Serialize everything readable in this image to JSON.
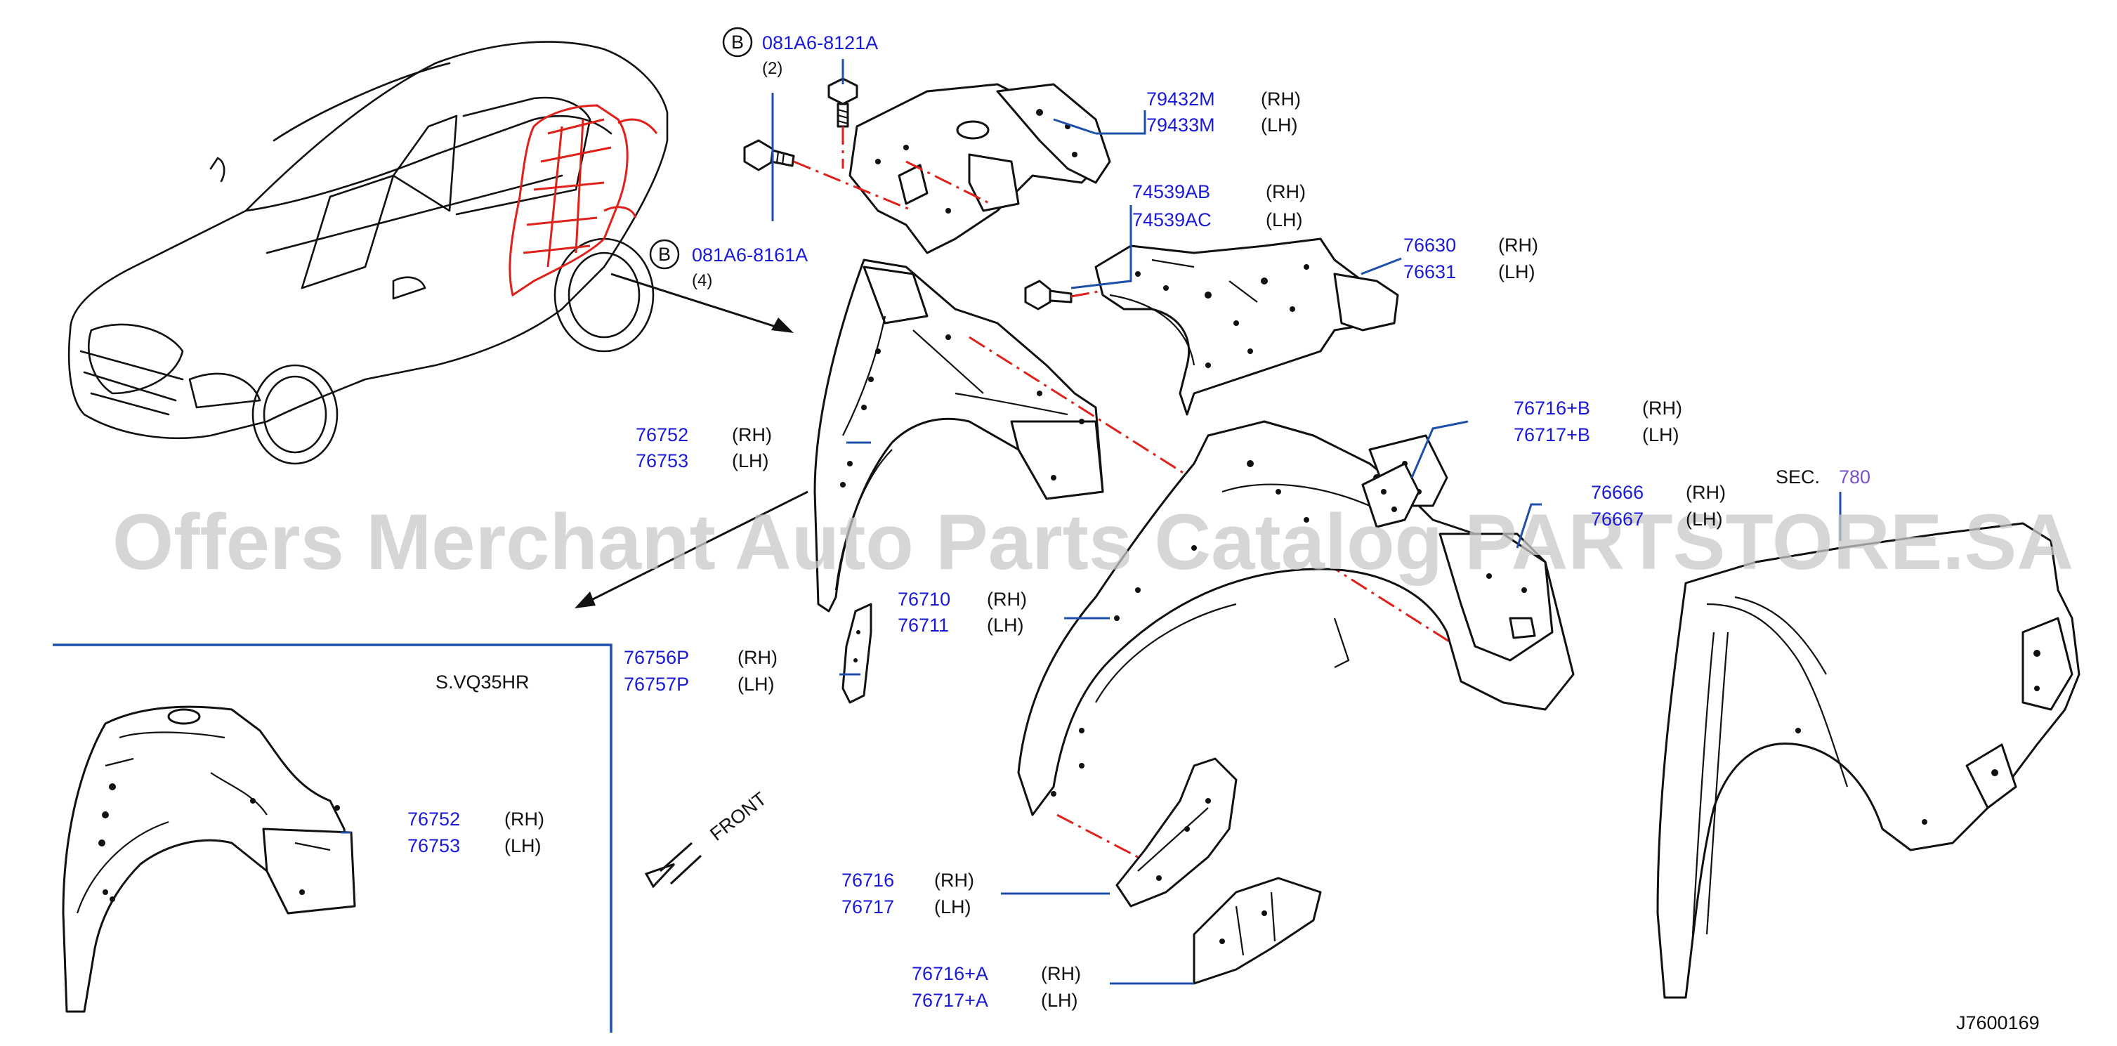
{
  "watermark": "Offers Merchant Auto Parts Catalog PARTSTORE.SA",
  "diagram_id": "J7600169",
  "inset_label": "S.VQ35HR",
  "section_ref": {
    "prefix": "SEC.",
    "number": "780"
  },
  "front_label": "FRONT",
  "bolts": [
    {
      "badge": "B",
      "part": "081A6-8121A",
      "qty": "(2)"
    },
    {
      "badge": "B",
      "part": "081A6-8161A",
      "qty": "(4)"
    }
  ],
  "callouts": [
    {
      "rh": "79432M",
      "lh": "79433M",
      "rh_side": "(RH)",
      "lh_side": "(LH)"
    },
    {
      "rh": "74539AB",
      "lh": "74539AC",
      "rh_side": "(RH)",
      "lh_side": "(LH)"
    },
    {
      "rh": "76630",
      "lh": "76631",
      "rh_side": "(RH)",
      "lh_side": "(LH)"
    },
    {
      "rh": "76716+B",
      "lh": "76717+B",
      "rh_side": "(RH)",
      "lh_side": "(LH)"
    },
    {
      "rh": "76666",
      "lh": "76667",
      "rh_side": "(RH)",
      "lh_side": "(LH)"
    },
    {
      "rh": "76752",
      "lh": "76753",
      "rh_side": "(RH)",
      "lh_side": "(LH)"
    },
    {
      "rh": "76710",
      "lh": "76711",
      "rh_side": "(RH)",
      "lh_side": "(LH)"
    },
    {
      "rh": "76756P",
      "lh": "76757P",
      "rh_side": "(RH)",
      "lh_side": "(LH)"
    },
    {
      "rh": "76716",
      "lh": "76717",
      "rh_side": "(RH)",
      "lh_side": "(LH)"
    },
    {
      "rh": "76716+A",
      "lh": "76717+A",
      "rh_side": "(RH)",
      "lh_side": "(LH)"
    },
    {
      "rh": "76752",
      "lh": "76753",
      "rh_side": "(RH)",
      "lh_side": "(LH)"
    }
  ],
  "colors": {
    "part_number": "#1a1ad6",
    "leader_line": "#1f4fa8",
    "section_number": "#7a52c7",
    "centerline": "#e0201a",
    "highlight": "#e0201a",
    "watermark": "#c9c9c9"
  }
}
